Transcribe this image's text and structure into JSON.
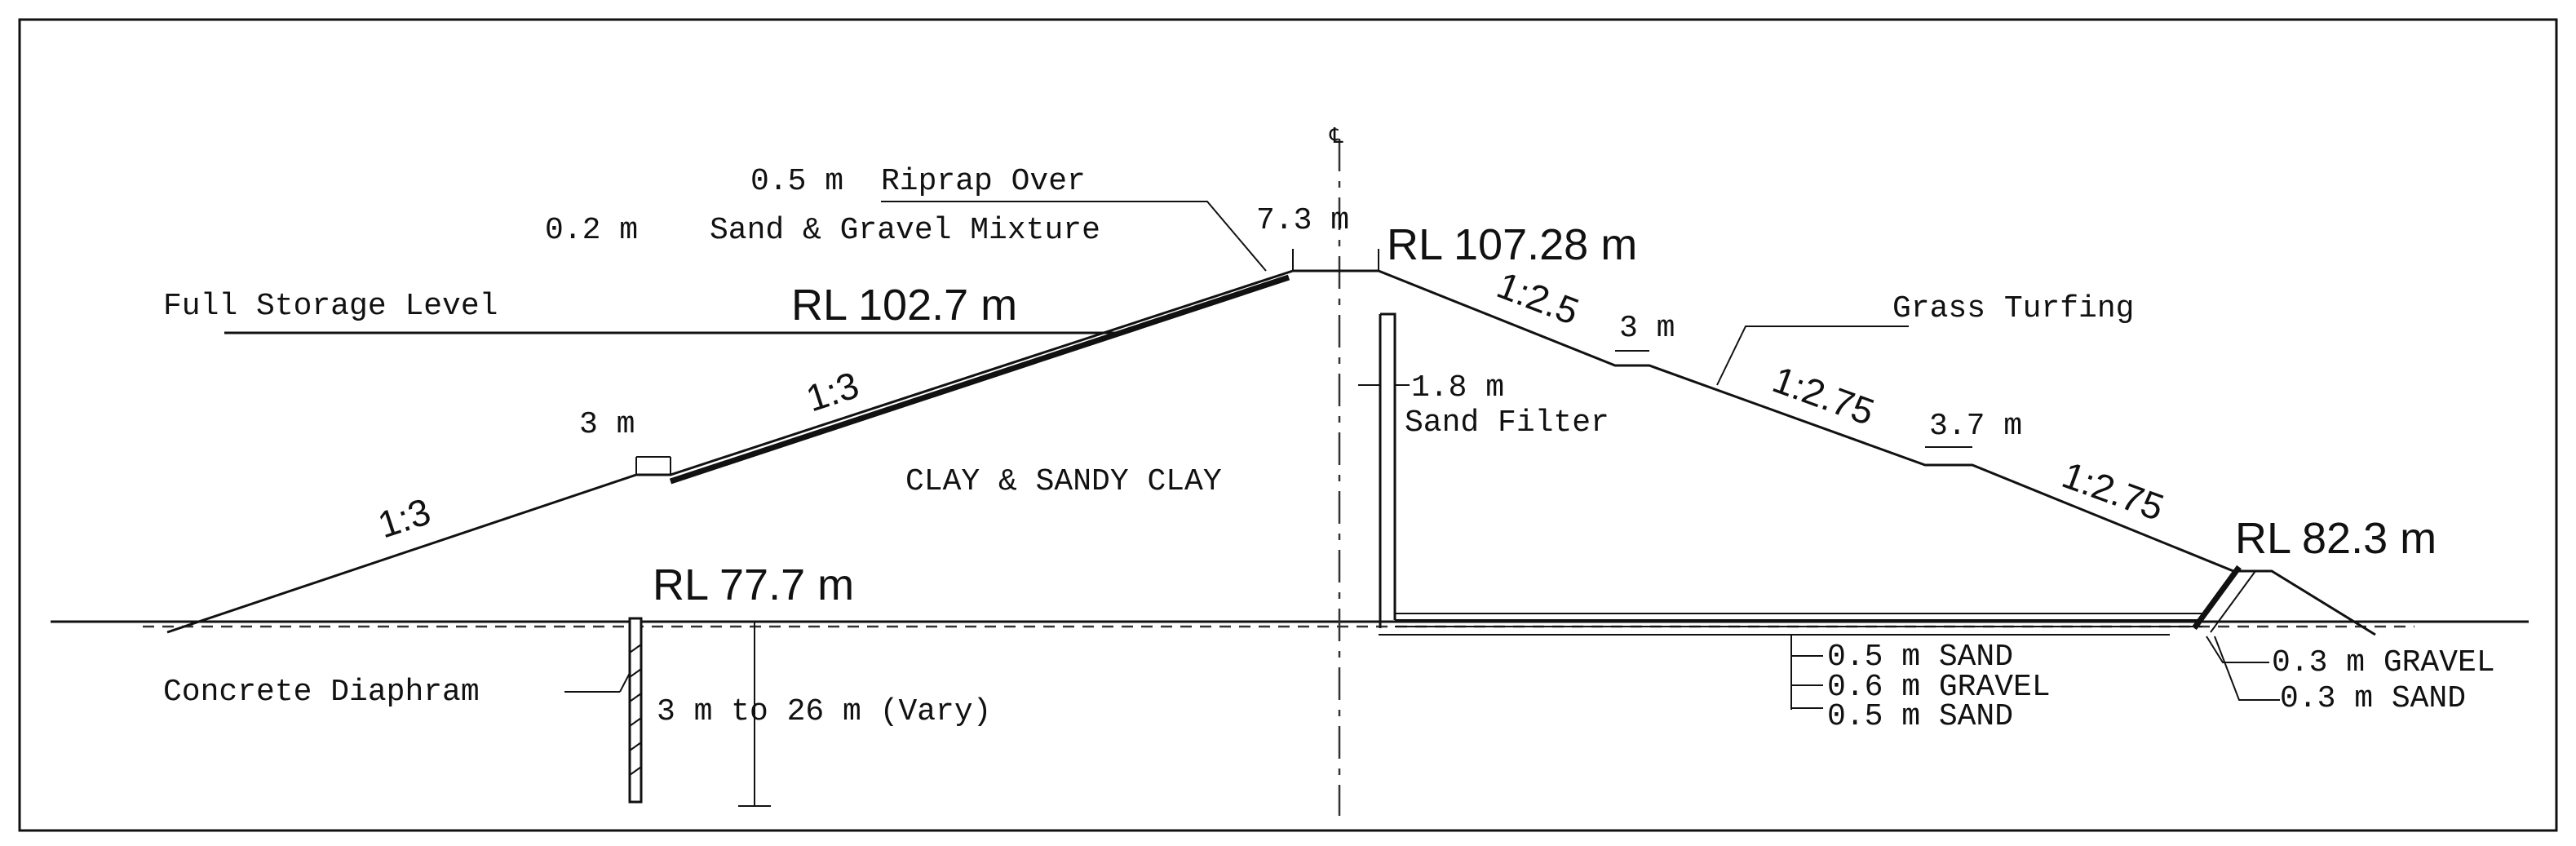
{
  "labels": {
    "riprap_thickness": "0.5 m",
    "riprap_text": "Riprap Over",
    "mix_thickness": "0.2 m",
    "mix_text": "Sand & Gravel Mixture",
    "crest_width": "7.3 m",
    "crest_rl": "RL 107.28 m",
    "full_storage_level": "Full Storage Level",
    "fsl_rl": "RL 102.7 m",
    "berm_ds_upper": "3 m",
    "grass_turfing": "Grass Turfing",
    "slope_ds_1": "1:2.5",
    "filter_width": "1.8 m",
    "sand_filter": "Sand Filter",
    "slope_us_upper": "1:3",
    "berm_us": "3 m",
    "slope_ds_2": "1:2.75",
    "berm_ds_lower": "3.7 m",
    "slope_ds_3": "1:2.75",
    "core_material": "CLAY & SANDY CLAY",
    "slope_us_lower": "1:3",
    "toe_rl": "RL 82.3 m",
    "ground_rl": "RL 77.7 m",
    "blanket_sand_top": "0.5 m SAND",
    "blanket_gravel": "0.6 m GRAVEL",
    "blanket_sand_bottom": "0.5 m SAND",
    "toe_gravel": "0.3 m GRAVEL",
    "toe_sand": "0.3 m SAND",
    "concrete_diaphram": "Concrete Diaphram",
    "diaphram_depth": "3 m to 26 m (Vary)",
    "centerline_symbol": "℄"
  }
}
